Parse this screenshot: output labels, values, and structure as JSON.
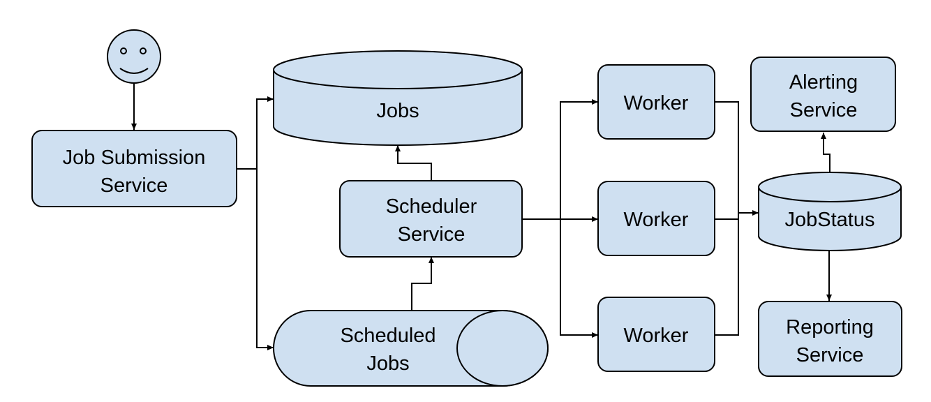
{
  "diagram": {
    "nodes": {
      "user": {
        "icon": "smiley-user-icon"
      },
      "job_submission": {
        "line1": "Job Submission",
        "line2": "Service"
      },
      "jobs_db": {
        "label": "Jobs"
      },
      "scheduler": {
        "line1": "Scheduler",
        "line2": "Service"
      },
      "scheduled_jobs": {
        "line1": "Scheduled",
        "line2": "Jobs"
      },
      "worker_1": {
        "label": "Worker"
      },
      "worker_2": {
        "label": "Worker"
      },
      "worker_3": {
        "label": "Worker"
      },
      "jobstatus_db": {
        "label": "JobStatus"
      },
      "alerting": {
        "line1": "Alerting",
        "line2": "Service"
      },
      "reporting": {
        "line1": "Reporting",
        "line2": "Service"
      }
    },
    "colors": {
      "node_fill": "#cfe0f1",
      "stroke": "#000000"
    }
  }
}
